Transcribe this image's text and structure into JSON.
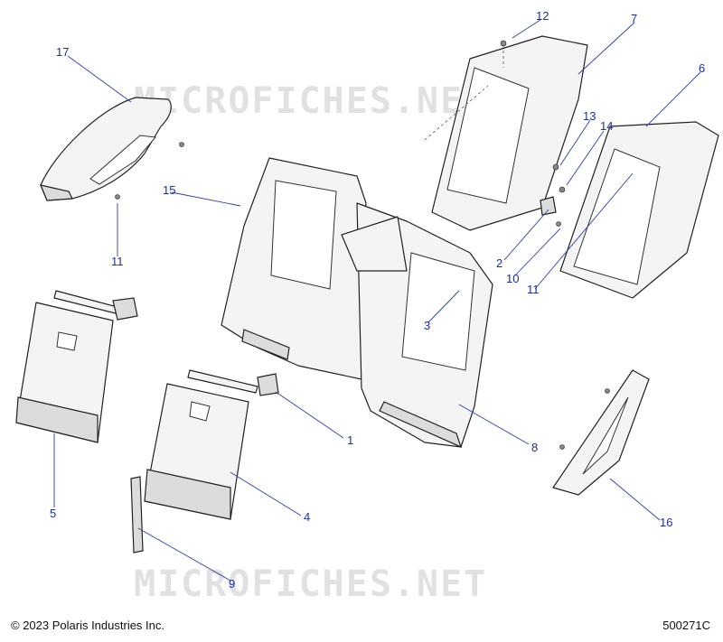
{
  "watermark": "MICROFICHES.NET",
  "footer": {
    "copyright": "© 2023 Polaris Industries Inc.",
    "drawing_number": "500271C"
  },
  "callouts": [
    "12",
    "7",
    "17",
    "6",
    "13",
    "14",
    "15",
    "11",
    "11",
    "2",
    "10",
    "11",
    "3",
    "1",
    "8",
    "5",
    "4",
    "16",
    "9"
  ]
}
